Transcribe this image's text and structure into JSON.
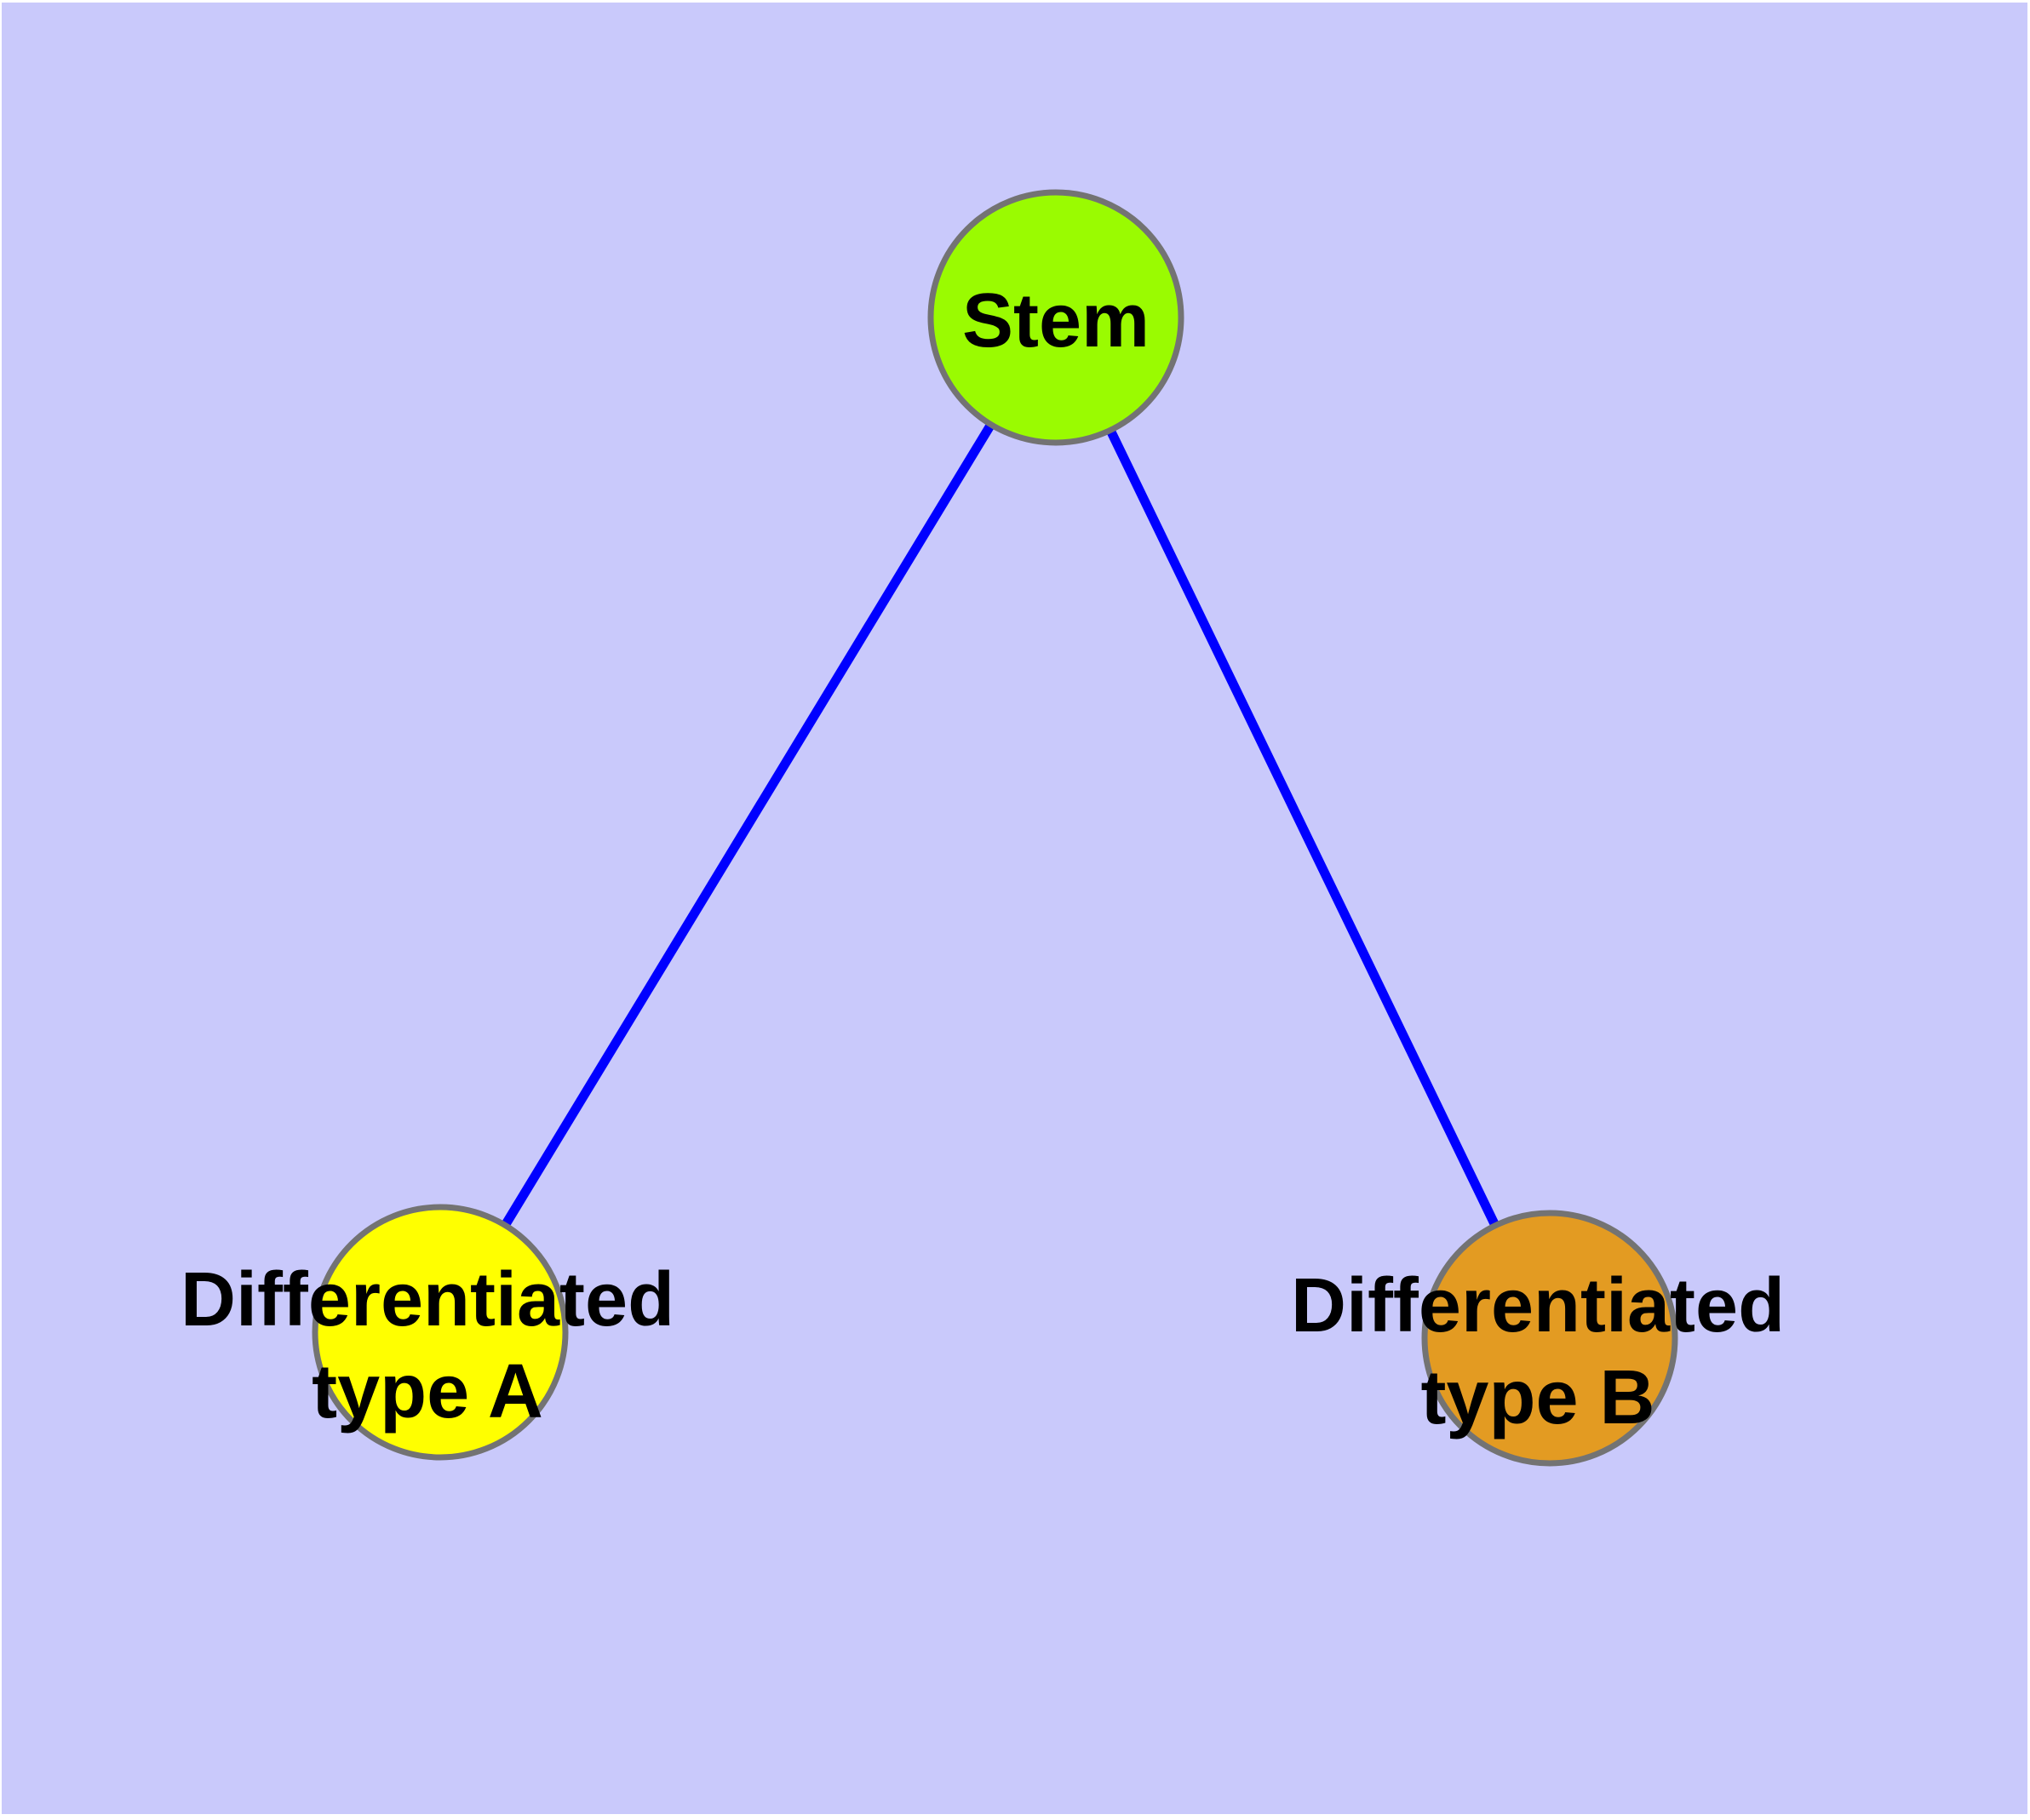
{
  "diagram": {
    "background_color": "#c9c9fb",
    "page_margin_color": "#ffffff",
    "edge_color": "#0000ff",
    "node_border_color": "#737373",
    "label_color": "#000000",
    "nodes": {
      "stem": {
        "label": "Stem",
        "fill": "#9afb01"
      },
      "type_a": {
        "label_line1": "Differentiated",
        "label_line2": "type A",
        "fill": "#ffff00"
      },
      "type_b": {
        "label_line1": "Differentiated",
        "label_line2": "type B",
        "fill": "#e39b22"
      }
    },
    "edges": [
      {
        "from": "Stem",
        "to": "Differentiated type A"
      },
      {
        "from": "Stem",
        "to": "Differentiated type B"
      }
    ]
  }
}
